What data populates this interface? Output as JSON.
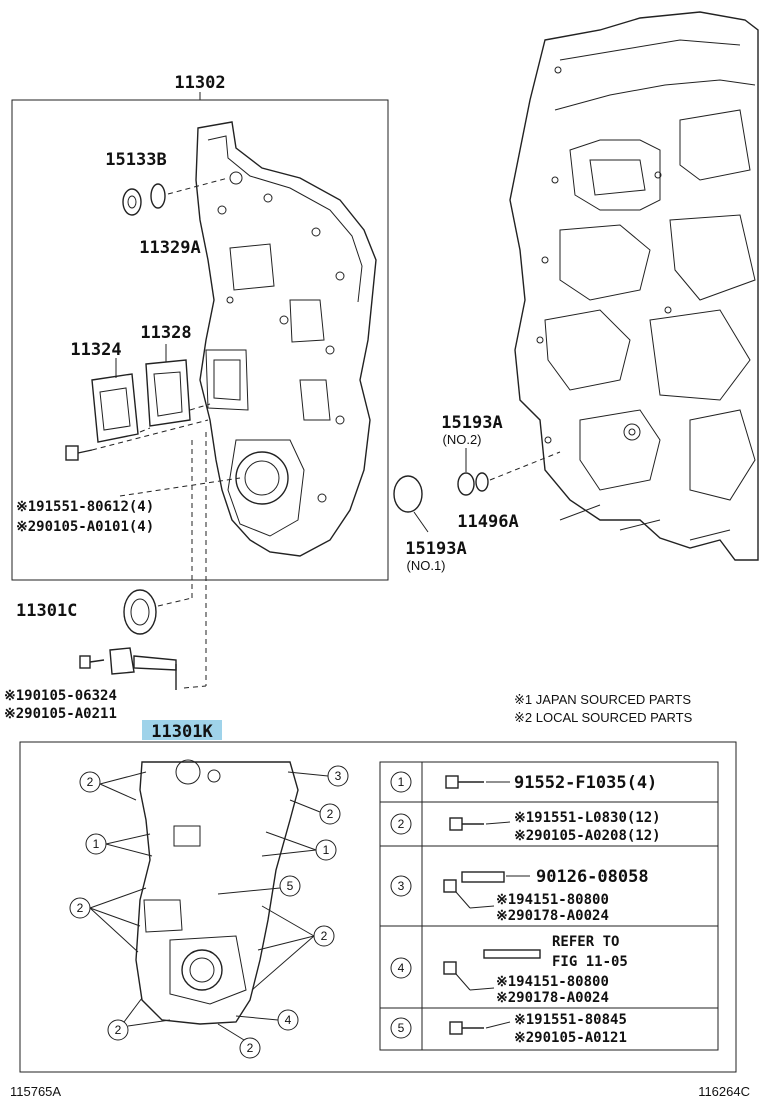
{
  "labels": {
    "p11302": "11302",
    "p15133b": "15133B",
    "p11329a": "11329A",
    "p11328": "11328",
    "p11324": "11324",
    "bolt1": "※191551-80612(4)",
    "bolt2": "※290105-A0101(4)",
    "p15193a_top": "15193A",
    "no2": "(NO.2)",
    "p11496a": "11496A",
    "p15193a_bot": "15193A",
    "no1": "(NO.1)",
    "p11301c": "11301C",
    "sensor_bolt1": "※190105-06324",
    "sensor_bolt2": "※290105-A0211",
    "p11301k": "11301K"
  },
  "notes": {
    "japan": "※1 JAPAN SOURCED PARTS",
    "local": "※2 LOCAL SOURCED PARTS"
  },
  "callouts": [
    "2",
    "3",
    "2",
    "1",
    "1",
    "5",
    "2",
    "2",
    "2",
    "4",
    "2"
  ],
  "table": [
    {
      "id": "1",
      "lines": [
        "91552-F1035(4)"
      ]
    },
    {
      "id": "2",
      "lines": [
        "※191551-L0830(12)",
        "※290105-A0208(12)"
      ]
    },
    {
      "id": "3",
      "lines": [
        "90126-08058",
        "※194151-80800",
        "※290178-A0024"
      ]
    },
    {
      "id": "4",
      "lines": [
        "REFER TO",
        "FIG 11-05",
        "※194151-80800",
        "※290178-A0024"
      ]
    },
    {
      "id": "5",
      "lines": [
        "※191551-80845",
        "※290105-A0121"
      ]
    }
  ],
  "footer": {
    "left": "115765A",
    "right": "116264C"
  },
  "colors": {
    "highlight": "#9fd3ea",
    "line": "#222222"
  }
}
